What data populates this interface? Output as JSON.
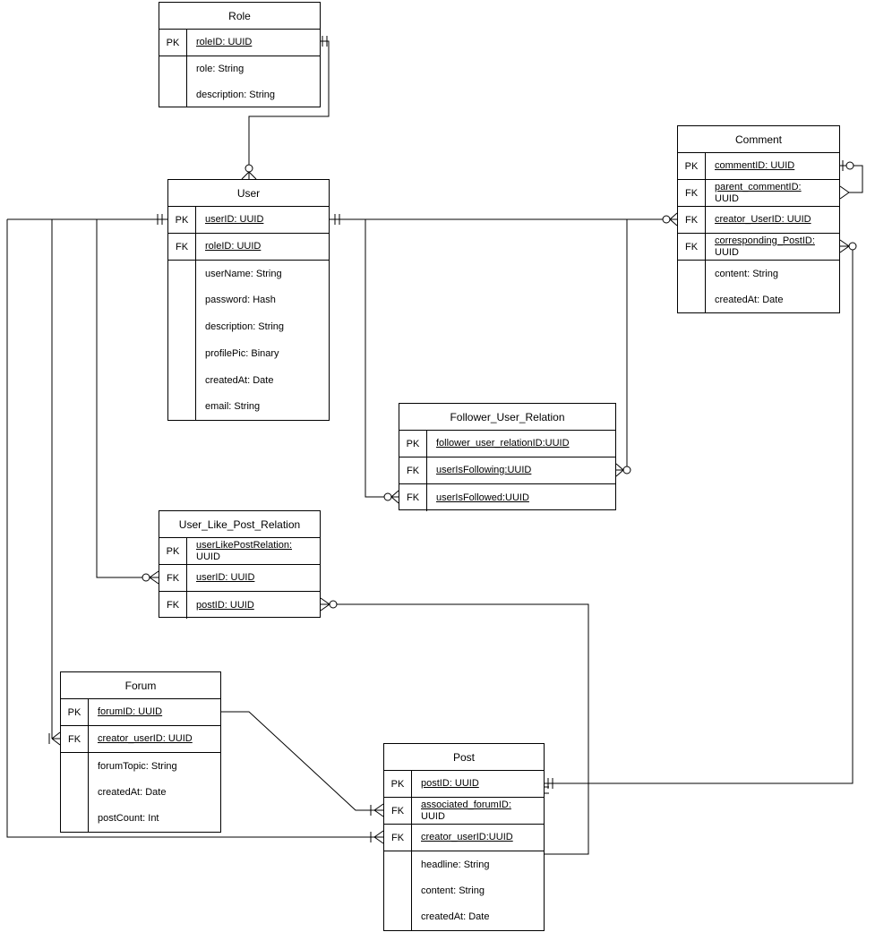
{
  "diagram": {
    "type": "entity-relationship",
    "notation": "crow-foot",
    "colors": {
      "line": "#000000",
      "background": "#ffffff",
      "text": "#000000"
    }
  },
  "entities": {
    "role": {
      "title": "Role",
      "rows": [
        {
          "key": "PK",
          "text": "roleID: UUID"
        }
      ],
      "attributes": [
        "role: String",
        "description: String"
      ]
    },
    "user": {
      "title": "User",
      "rows": [
        {
          "key": "PK",
          "text": "userID: UUID"
        },
        {
          "key": "FK",
          "text": "roleID: UUID"
        }
      ],
      "attributes": [
        "userName: String",
        "password: Hash",
        "description: String",
        "profilePic: Binary",
        "createdAt: Date",
        "email: String"
      ]
    },
    "comment": {
      "title": "Comment",
      "rows": [
        {
          "key": "PK",
          "text": "commentID: UUID"
        },
        {
          "key": "FK",
          "text": "parent_commentID:",
          "text2": "UUID"
        },
        {
          "key": "FK",
          "text": "creator_UserID: UUID"
        },
        {
          "key": "FK",
          "text": "corresponding_PostID:",
          "text2": "UUID"
        }
      ],
      "attributes": [
        "content: String",
        "createdAt: Date"
      ]
    },
    "follower_user_relation": {
      "title": "Follower_User_Relation",
      "rows": [
        {
          "key": "PK",
          "text": "follower_user_relationID:UUID"
        },
        {
          "key": "FK",
          "text": "userIsFollowing:UUID"
        },
        {
          "key": "FK",
          "text": "userIsFollowed:UUID"
        }
      ],
      "attributes": []
    },
    "user_like_post_relation": {
      "title": "User_Like_Post_Relation",
      "rows": [
        {
          "key": "PK",
          "text": "userLikePostRelation:",
          "text2": "UUID"
        },
        {
          "key": "FK",
          "text": "userID: UUID"
        },
        {
          "key": "FK",
          "text": "postID: UUID"
        }
      ],
      "attributes": []
    },
    "forum": {
      "title": "Forum",
      "rows": [
        {
          "key": "PK",
          "text": "forumID: UUID"
        },
        {
          "key": "FK",
          "text": "creator_userID: UUID"
        }
      ],
      "attributes": [
        "forumTopic: String",
        "createdAt: Date",
        "postCount: Int"
      ]
    },
    "post": {
      "title": "Post",
      "rows": [
        {
          "key": "PK",
          "text": "postID: UUID"
        },
        {
          "key": "FK",
          "text": "associated_forumID:",
          "text2": "UUID"
        },
        {
          "key": "FK",
          "text": "creator_userID:UUID"
        }
      ],
      "attributes": [
        "headline: String",
        "content: String",
        "createdAt: Date"
      ]
    }
  },
  "relationships": [
    {
      "from": "Role.roleID",
      "to": "User.roleID",
      "from_card": "one-and-only-one",
      "to_card": "zero-or-many"
    },
    {
      "from": "User.userID",
      "to": "Comment.creator_UserID",
      "from_card": "one-and-only-one",
      "to_card": "zero-or-many"
    },
    {
      "from": "User.userID",
      "to": "Follower_User_Relation.userIsFollowing",
      "from_card": "one-and-only-one",
      "to_card": "zero-or-many"
    },
    {
      "from": "User.userID",
      "to": "Follower_User_Relation.userIsFollowed",
      "from_card": "one-and-only-one",
      "to_card": "zero-or-many"
    },
    {
      "from": "User.userID",
      "to": "User_Like_Post_Relation.userID",
      "from_card": "one-and-only-one",
      "to_card": "zero-or-many"
    },
    {
      "from": "User.userID",
      "to": "Forum.creator_userID",
      "from_card": "one-and-only-one",
      "to_card": "one-or-many"
    },
    {
      "from": "User.userID",
      "to": "Post.creator_userID",
      "from_card": "one-and-only-one",
      "to_card": "one-or-many"
    },
    {
      "from": "Forum.forumID",
      "to": "Post.associated_forumID",
      "from_card": "one",
      "to_card": "one-or-many"
    },
    {
      "from": "Post.postID",
      "to": "User_Like_Post_Relation.postID",
      "from_card": "one-and-only-one",
      "to_card": "zero-or-many"
    },
    {
      "from": "Post.postID",
      "to": "Comment.corresponding_PostID",
      "from_card": "one-and-only-one",
      "to_card": "zero-or-many"
    },
    {
      "from": "Comment.commentID",
      "to": "Comment.parent_commentID",
      "from_card": "zero-or-one",
      "to_card": "many"
    }
  ]
}
